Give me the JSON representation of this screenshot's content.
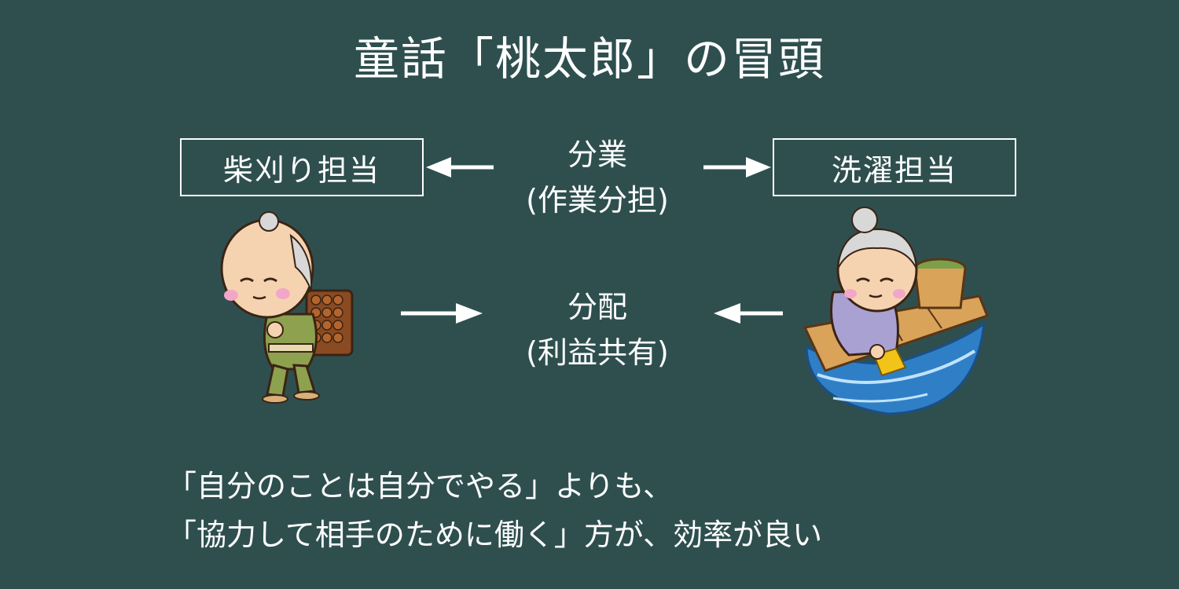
{
  "title": "童話「桃太郎」の冒頭",
  "left_role": "柴刈り担当",
  "right_role": "洗濯担当",
  "division": {
    "line1": "分業",
    "line2": "(作業分担)"
  },
  "distribution": {
    "line1": "分配",
    "line2": "(利益共有)"
  },
  "conclusion": {
    "line1": "「自分のことは自分でやる」よりも、",
    "line2": "「協力して相手のために働く」方が、効率が良い"
  },
  "colors": {
    "background": "#2f4f4f",
    "text": "#ffffff"
  },
  "illustrations": {
    "left": "old-man-carrying-firewood",
    "right": "old-woman-washing-at-river"
  }
}
